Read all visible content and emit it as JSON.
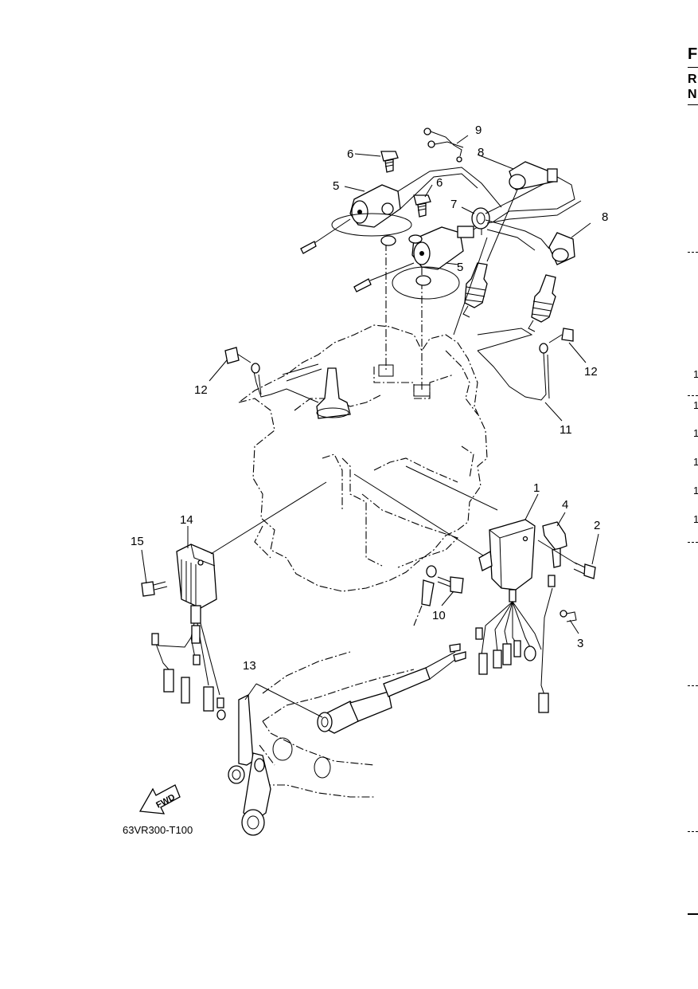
{
  "header": {
    "letters": [
      "F",
      "R",
      "N"
    ]
  },
  "edge_numbers": [
    "1",
    "1",
    "1",
    "1",
    "1",
    "1"
  ],
  "part_labels": {
    "p1": "1",
    "p2": "2",
    "p3": "3",
    "p4": "4",
    "p5a": "5",
    "p5b": "5",
    "p6a": "6",
    "p6b": "6",
    "p7": "7",
    "p8a": "8",
    "p8b": "8",
    "p9": "9",
    "p10": "10",
    "p11": "11",
    "p12a": "12",
    "p12b": "12",
    "p13": "13",
    "p14": "14",
    "p15": "15"
  },
  "fwd_arrow_text": "FWD",
  "drawing_ref": "63VR300-T100"
}
